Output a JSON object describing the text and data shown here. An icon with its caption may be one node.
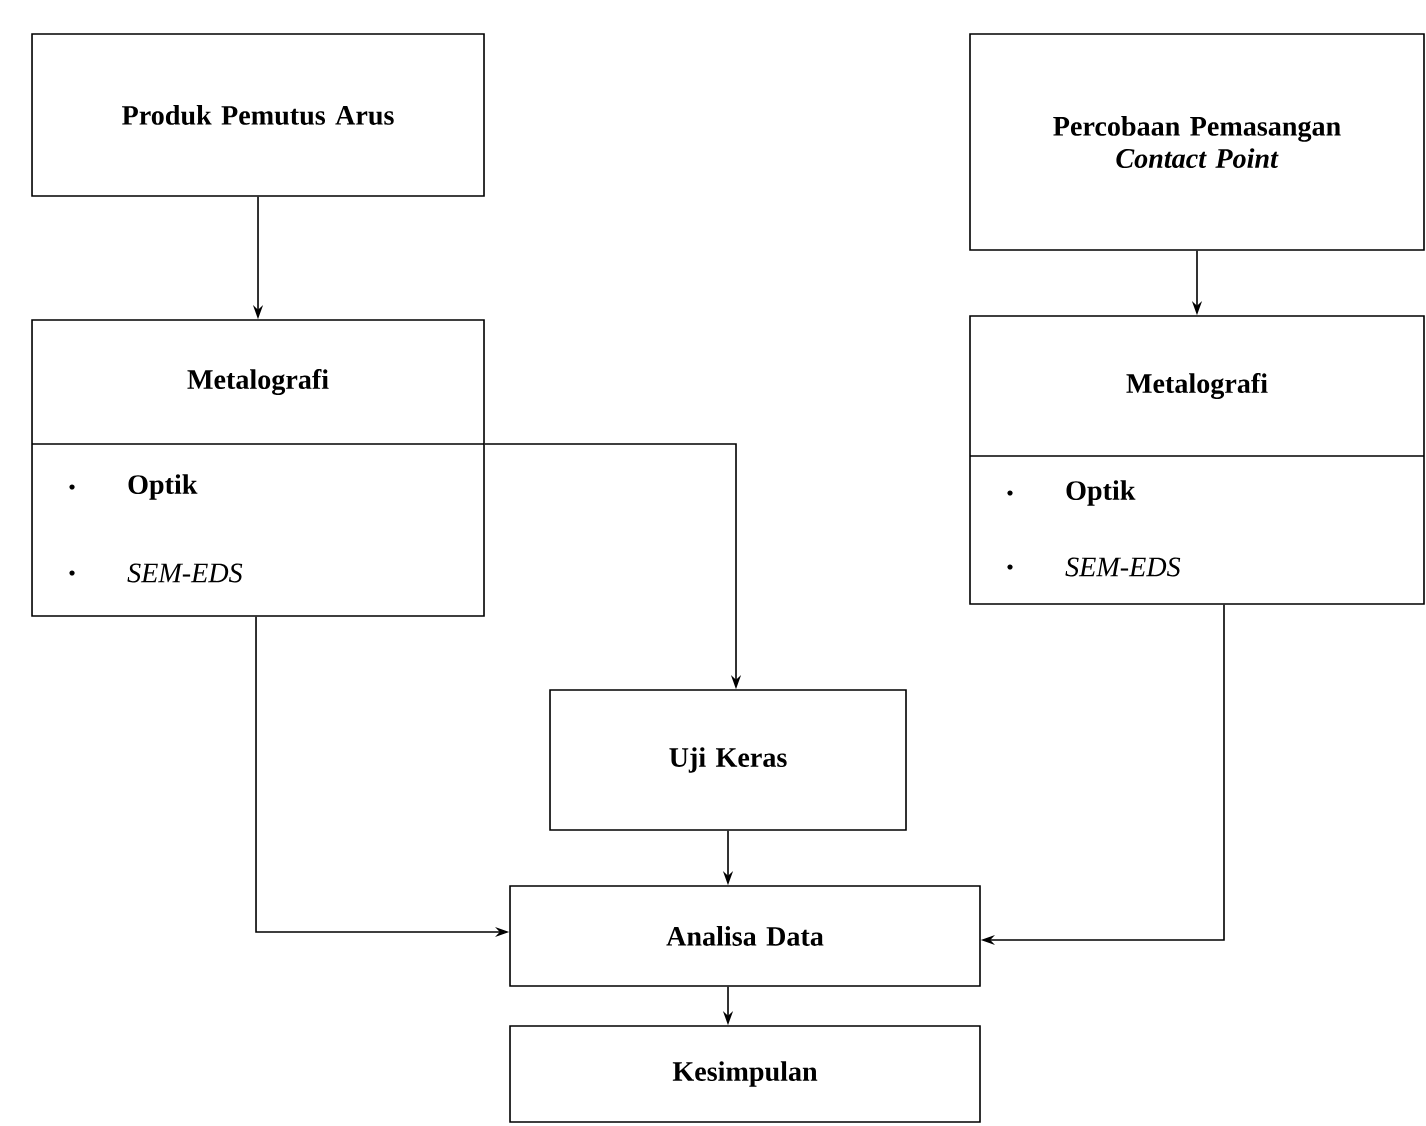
{
  "diagram": {
    "nodes": [
      {
        "text": [
          "Produk Pemutus Arus"
        ]
      },
      {
        "text": [
          "Metalografi",
          "Optik",
          "SEM-EDS"
        ]
      },
      {
        "text": [
          "Percobaan Pemasangan *Contact Point*"
        ]
      },
      {
        "text": [
          "Metalografi",
          "Optik",
          "SEM-EDS"
        ]
      },
      {
        "text": [
          "Uji Keras"
        ]
      },
      {
        "text": [
          "Analisa Data"
        ]
      },
      {
        "text": [
          "Kesimpulan"
        ]
      }
    ],
    "edges": [
      {
        "from": 0,
        "to": 1,
        "arrow": "to"
      },
      {
        "from": 2,
        "to": 3,
        "arrow": "to"
      },
      {
        "from": 1,
        "to": 4,
        "arrow": "to"
      },
      {
        "from": 1,
        "to": 5,
        "arrow": "to"
      },
      {
        "from": 3,
        "to": 5,
        "arrow": "to"
      },
      {
        "from": 4,
        "to": 5,
        "arrow": "to"
      },
      {
        "from": 5,
        "to": 6,
        "arrow": "to"
      }
    ]
  }
}
